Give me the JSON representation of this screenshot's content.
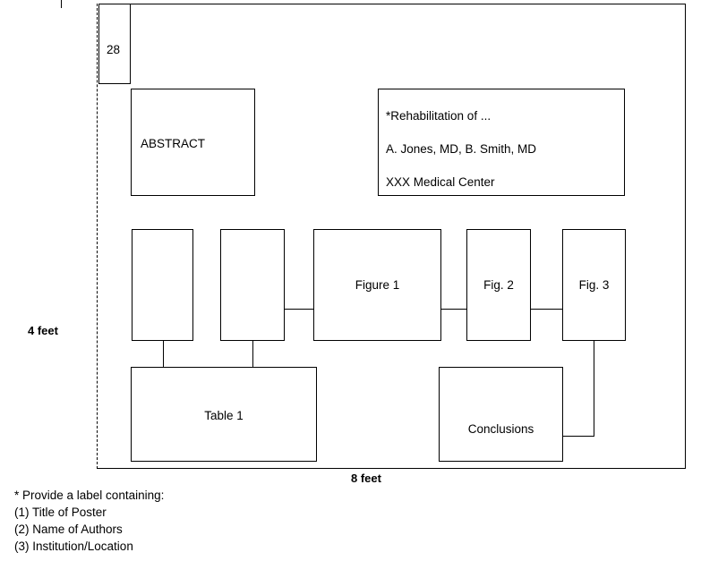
{
  "diagram": {
    "title_description": "Poster layout planning diagram",
    "board": {
      "width_label": "8 feet",
      "height_label": "4 feet"
    },
    "panel_number": "28",
    "abstract_box": {
      "label": "ABSTRACT"
    },
    "title_box": {
      "line1": "*Rehabilitation of ...",
      "line2": "A. Jones, MD, B. Smith, MD",
      "line3": "XXX Medical Center"
    },
    "middle_boxes": [
      {
        "label": ""
      },
      {
        "label": ""
      },
      {
        "label": "Figure 1"
      },
      {
        "label": "Fig. 2"
      },
      {
        "label": "Fig. 3"
      }
    ],
    "bottom_boxes": [
      {
        "label": "Table 1"
      },
      {
        "label": "Conclusions"
      }
    ],
    "footnote": {
      "line0": "* Provide a label containing:",
      "line1": "(1) Title of Poster",
      "line2": "(2) Name of Authors",
      "line3": "(3) Institution/Location"
    },
    "colors": {
      "stroke": "#000000",
      "background": "#ffffff",
      "text": "#000000"
    }
  }
}
